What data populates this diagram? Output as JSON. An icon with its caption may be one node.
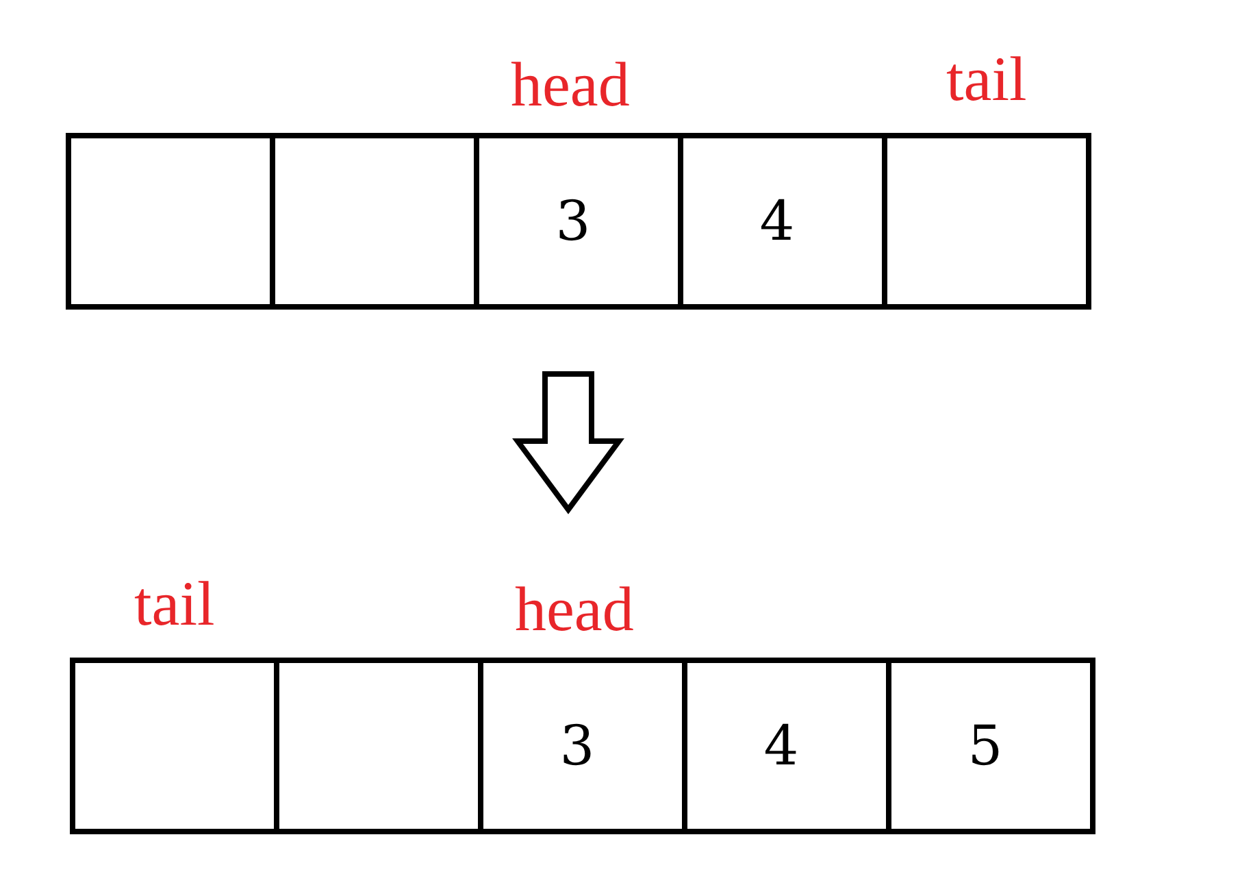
{
  "diagram": {
    "nodes": [
      {
        "text": [],
        "shape": "box"
      },
      {
        "text": [],
        "shape": "box"
      },
      {
        "text": [
          "3"
        ],
        "beside": [
          "head"
        ]
      },
      {
        "text": [
          "4"
        ]
      },
      {
        "text": [],
        "shape": "box",
        "beside": [
          "tail"
        ]
      },
      {
        "text": [],
        "shape": "box",
        "beside": [
          "tail"
        ]
      },
      {
        "text": [],
        "shape": "box"
      },
      {
        "text": [
          "3"
        ],
        "beside": [
          "head"
        ]
      },
      {
        "text": [
          "4"
        ]
      },
      {
        "text": [
          "5"
        ]
      }
    ],
    "edges": [
      {
        "from": 2,
        "to": 7,
        "arrow": "to"
      }
    ]
  }
}
